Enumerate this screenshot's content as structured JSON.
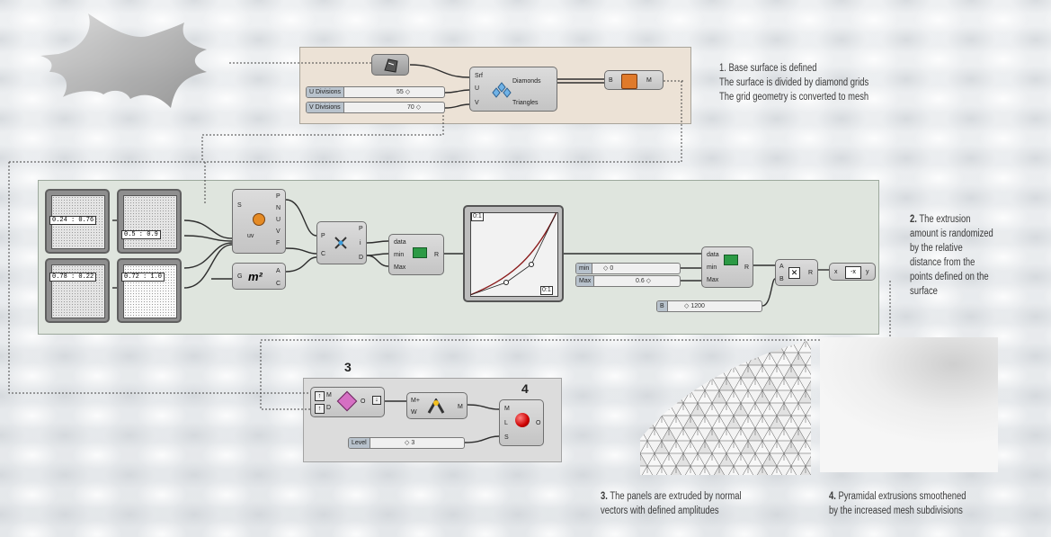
{
  "notes": {
    "n1": [
      "1. Base surface is defined",
      "The surface is divided by diamond grids",
      "The grid geometry is converted to mesh"
    ],
    "n2_num": "2.",
    "n2": [
      "The extrusion",
      "amount is randomized",
      "by the relative",
      "distance from the",
      "points defined on the",
      "surface"
    ],
    "n3_num": "3.",
    "n3": [
      "The panels are extruded by normal",
      "vectors with defined amplitudes"
    ],
    "n4_num": "4.",
    "n4": [
      "Pyramidal extrusions smoothened",
      "by the increased mesh subdivisions"
    ]
  },
  "labels": {
    "three": "3",
    "four": "4"
  },
  "group1": {
    "u_label": "U Divisions",
    "u_value": "55 ◇",
    "v_label": "V Divisions",
    "v_value": "70 ◇",
    "lunch_in": [
      "Srf",
      "U",
      "V"
    ],
    "lunch_out": [
      "Diamonds",
      "Triangles"
    ],
    "mesh_in": "B",
    "mesh_out": "M"
  },
  "group2": {
    "md": [
      "0.24 : 0.76",
      "0.5 : 0.9",
      "0.78 : 0.22",
      "0.72 : 1.0"
    ],
    "pull_in": "S",
    "pull_out": [
      "P",
      "N",
      "U",
      "V",
      "F"
    ],
    "pull_uv": "uv",
    "area_in": "G",
    "area_out": [
      "A",
      "C"
    ],
    "cp_in": [
      "P",
      "C"
    ],
    "cp_out": [
      "P",
      "i",
      "D"
    ],
    "bounds_in": [
      "data",
      "min",
      "Max"
    ],
    "bounds_out": "R",
    "graph_top": "0:1",
    "graph_bot": "0:1",
    "remap_in": [
      "data",
      "min",
      "Max"
    ],
    "remap_out": "R",
    "min_label": "min",
    "min_value": "◇ 0",
    "max_label": "Max",
    "max_value": "0.6 ◇",
    "b_label": "B",
    "b_value": "◇ 1200",
    "mult_in": [
      "A",
      "B"
    ],
    "mult_out": "R",
    "neg_in": "x",
    "neg_out": "y"
  },
  "group3": {
    "norm_in": [
      "M",
      "D"
    ],
    "norm_out": "O",
    "wb_in": [
      "M+",
      "W"
    ],
    "wb_out": "M",
    "smooth_in": [
      "M",
      "L",
      "S"
    ],
    "smooth_out": "O",
    "level_label": "Level",
    "level_value": "◇ 3"
  },
  "colors": {
    "group1": "#ece2d6",
    "group2": "#dfe5de",
    "group3": "#dcdcdc"
  }
}
